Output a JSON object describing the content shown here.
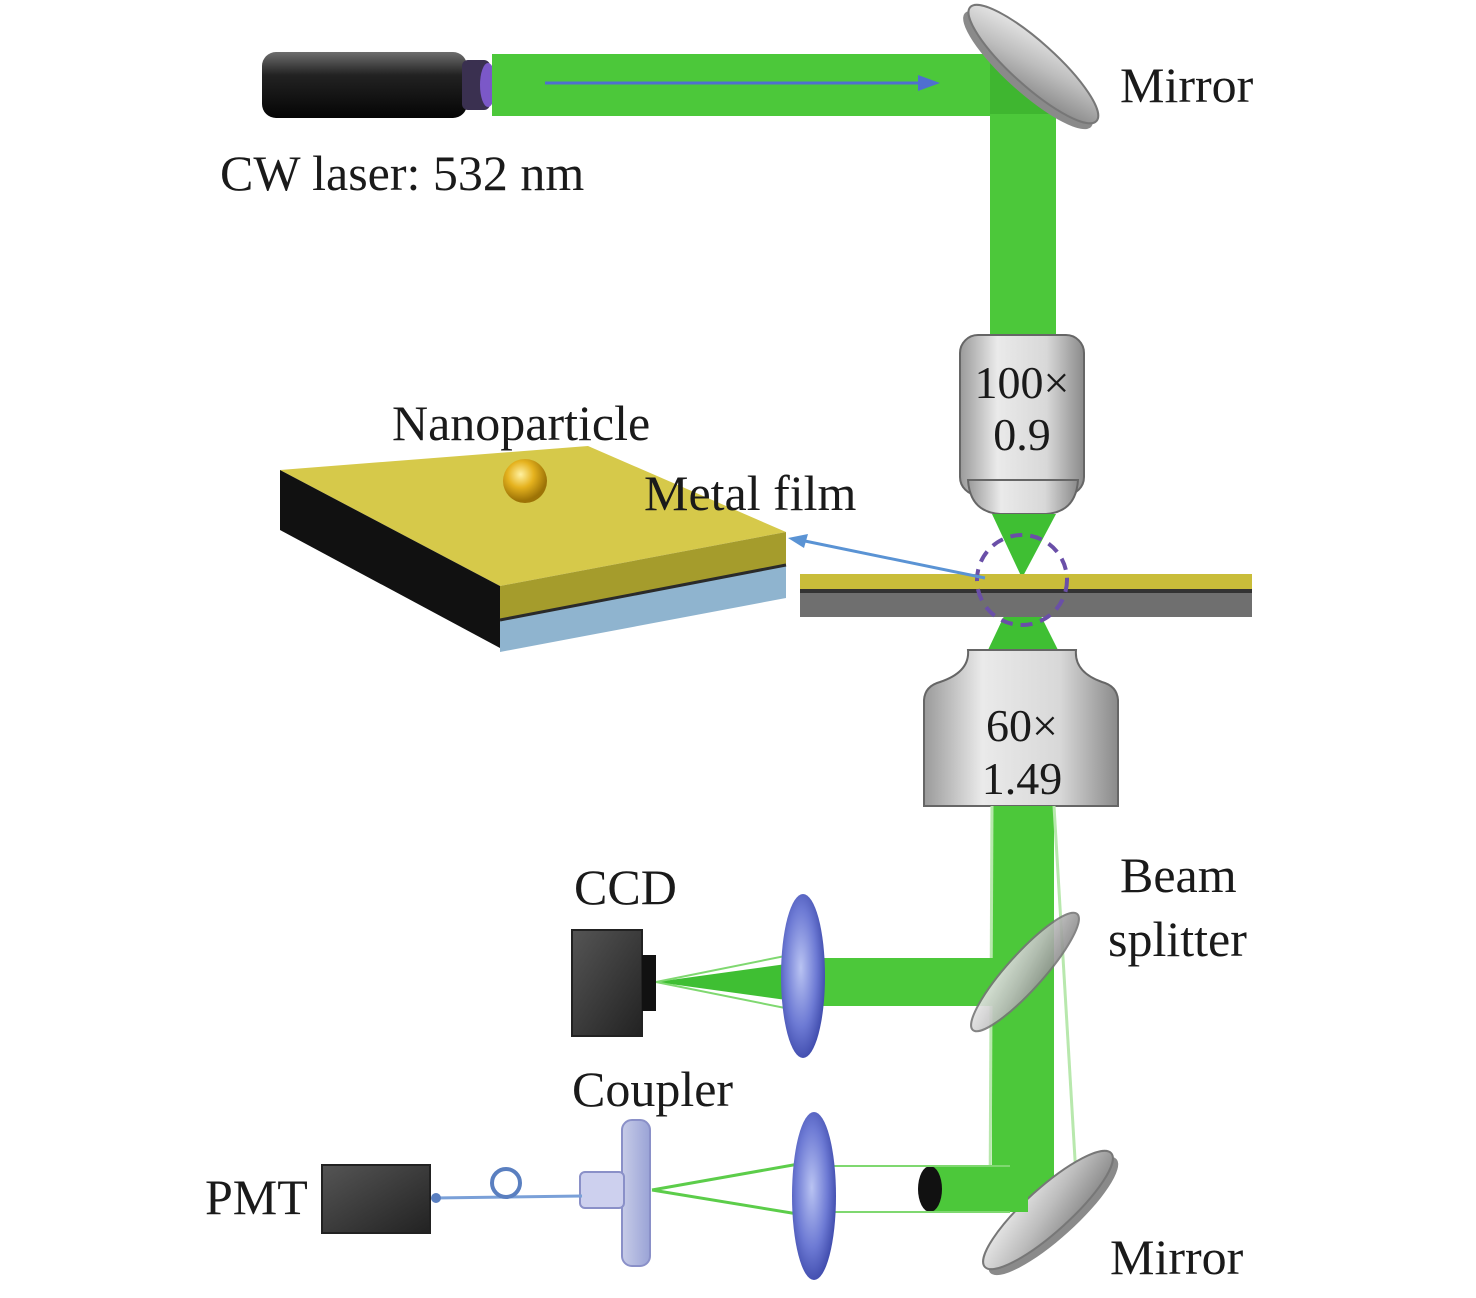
{
  "labels": {
    "laser": "CW laser: 532 nm",
    "mirror_top": "Mirror",
    "objective_top_mag": "100×",
    "objective_top_na": "0.9",
    "nanoparticle": "Nanoparticle",
    "metal_film": "Metal film",
    "objective_bottom_mag": "60×",
    "objective_bottom_na": "1.49",
    "ccd": "CCD",
    "beam_splitter_1": "Beam",
    "beam_splitter_2": "splitter",
    "coupler": "Coupler",
    "pmt": "PMT",
    "mirror_bottom": "Mirror"
  },
  "colors": {
    "beam": "#4cc83a",
    "beam_dark": "#3aa82c",
    "gold": "#c9bd3a",
    "gold_top": "#ddd14e",
    "substrate": "#8fb4cf",
    "film_side": "#111111",
    "dashed_circle": "#6a4fa8",
    "arrow": "#5a93d4",
    "lens": "#5d6bc9"
  }
}
